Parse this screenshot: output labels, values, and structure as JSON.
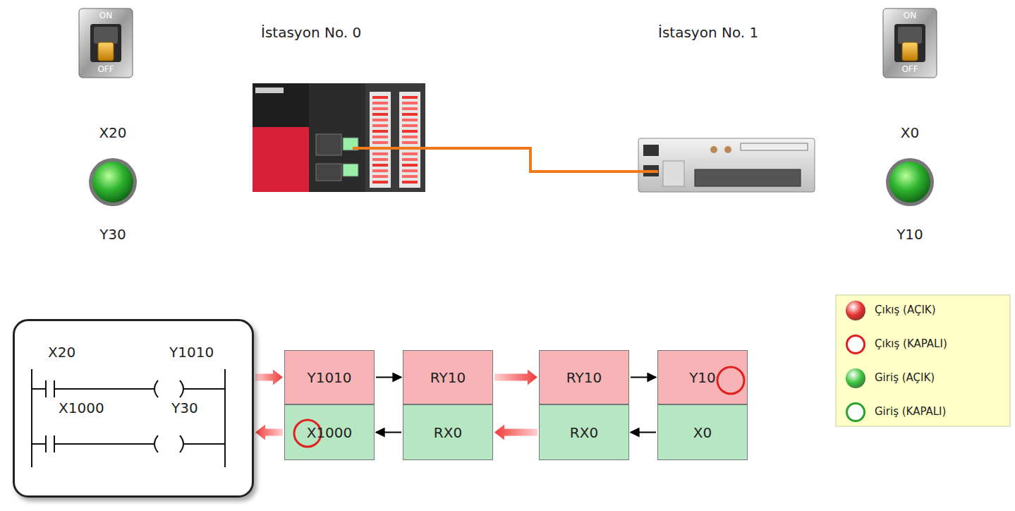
{
  "diagram": {
    "nodes": [
      {
        "text": [
          "X20",
          "Y1010",
          "X1000",
          "Y30"
        ]
      },
      {
        "text": [
          "Y1010"
        ]
      },
      {
        "text": [
          "RY10"
        ]
      },
      {
        "text": [
          "RY10"
        ]
      },
      {
        "text": [
          "Y10"
        ]
      },
      {
        "text": [
          "X1000"
        ]
      },
      {
        "text": [
          "RX0"
        ]
      },
      {
        "text": [
          "RX0"
        ]
      },
      {
        "text": [
          "X0"
        ]
      }
    ],
    "edges": [
      {
        "from": 0,
        "to": 1,
        "arrow": "to"
      },
      {
        "from": 1,
        "to": 2,
        "arrow": "to"
      },
      {
        "from": 2,
        "to": 3,
        "arrow": "to"
      },
      {
        "from": 3,
        "to": 4,
        "arrow": "to"
      },
      {
        "from": 8,
        "to": 7,
        "arrow": "to"
      },
      {
        "from": 7,
        "to": 6,
        "arrow": "to"
      },
      {
        "from": 6,
        "to": 5,
        "arrow": "to"
      },
      {
        "from": 5,
        "to": 0,
        "arrow": "to"
      }
    ],
    "labels": [
      "İstasyon No. 0",
      "İstasyon No. 1",
      "ON",
      "OFF",
      "X20",
      "Y30",
      "ON",
      "OFF",
      "X0",
      "Y10"
    ],
    "legend": [
      {
        "text": "Çıkış (AÇIK)",
        "color": "#e8332f"
      },
      {
        "text": "Çıkış (KAPALI)"
      },
      {
        "text": "Giriş (AÇIK)",
        "color": "#3cc43c"
      },
      {
        "text": "Giriş (KAPALI)"
      }
    ]
  }
}
